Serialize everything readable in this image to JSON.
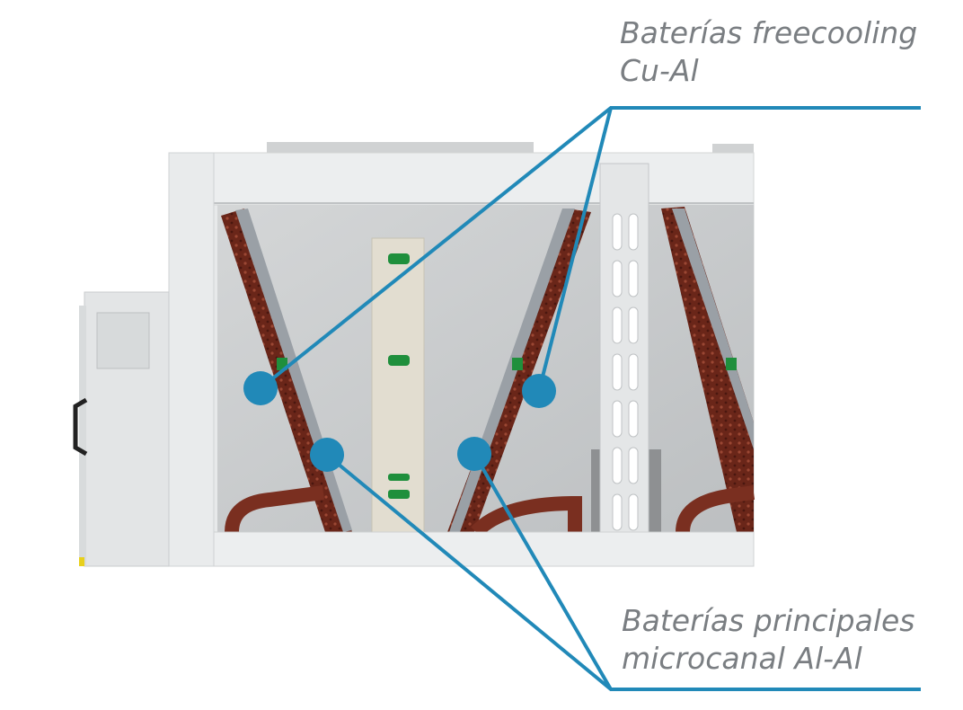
{
  "labels": {
    "freecooling": {
      "line1": "Baterías freecooling",
      "line2": "Cu-Al"
    },
    "principal": {
      "line1": "Baterías principales",
      "line2": "microcanal Al-Al"
    }
  },
  "colors": {
    "callout": "#2189b8",
    "label_text": "#7a7e82",
    "frame": "#e6e8e9",
    "panel": "#c9cbcc",
    "coil": "#6e2a1c",
    "coil_highlight": "#a54a36",
    "bracket": "#1f8f3c"
  },
  "icons": {
    "marker": "callout-dot",
    "handle": "handle-icon"
  }
}
